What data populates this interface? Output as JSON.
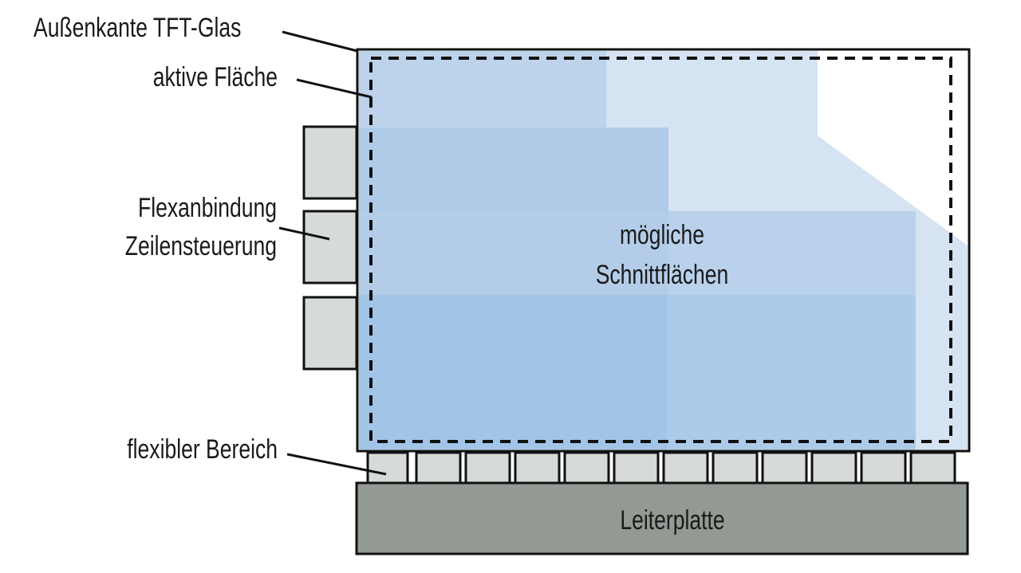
{
  "labels": {
    "outer_edge": "Außenkante TFT-Glas",
    "active_area": "aktive Fläche",
    "flex_row_driver_line1": "Flexanbindung",
    "flex_row_driver_line2": "Zeilensteuerung",
    "flexible_area": "flexibler Bereich",
    "cut_surfaces_line1": "mögliche",
    "cut_surfaces_line2": "Schnittflächen",
    "pcb": "Leiterplatte"
  },
  "colors": {
    "glass_light": "#d5e3f3",
    "glass_mid": "#b5cfea",
    "glass_dark": "#a2c4e6",
    "pad_fill": "#d7dbd8",
    "pcb_fill": "#939a94",
    "outline": "#111111"
  }
}
